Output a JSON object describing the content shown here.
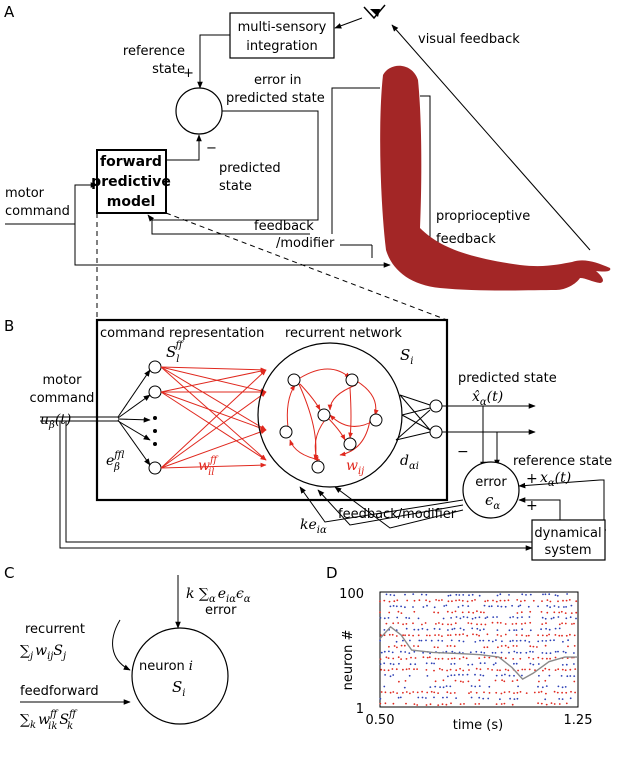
{
  "panels": {
    "a": "A",
    "b": "B",
    "c": "C",
    "d": "D"
  },
  "colors": {
    "arm": "#a32626",
    "red": "#e0281e",
    "blue": "#2b3fb5",
    "black": "#000000"
  },
  "panel_a": {
    "integration": [
      "multi-sensory",
      "integration"
    ],
    "reference": [
      "reference",
      "state"
    ],
    "plus": "+",
    "minus": "−",
    "error": [
      "error in",
      "predicted state"
    ],
    "predicted": [
      "predicted",
      "state"
    ],
    "model": [
      "forward",
      "predictive",
      "model"
    ],
    "motor": [
      "motor",
      "command"
    ],
    "feedback": [
      "feedback",
      "/modifier"
    ],
    "visual": "visual feedback",
    "proprio": [
      "proprioceptive",
      "feedback"
    ],
    "eye_icon": "eye-icon",
    "arm_icon": "arm-illustration"
  },
  "panel_b": {
    "cmd_rep": "command  representation",
    "rec_net": "recurrent  network",
    "s_l": "S",
    "s_l_sub": "l",
    "s_l_sup": "ff",
    "s_i": "S",
    "s_i_sub": "i",
    "motor": [
      "motor",
      "command"
    ],
    "u": "u",
    "u_sub": "β",
    "u_arg": "(t)",
    "e_l": "e",
    "e_l_sup": "ff",
    "e_l_sub": "lβ",
    "w_il": "w",
    "w_il_sup": "ff",
    "w_il_sub": "il",
    "w_ij": "w",
    "w_ij_sub": "ij",
    "d": "d",
    "d_sub": "αi",
    "pred_state": "predicted state",
    "xhat": "x̂",
    "xhat_sub": "α",
    "xhat_arg": "(t)",
    "minus": "−",
    "ref_state": "reference state",
    "plus": "+",
    "x": "x",
    "x_sub": "α",
    "x_arg": "(t)",
    "error": "error",
    "eps": "ϵ",
    "eps_sub": "α",
    "ke": "ke",
    "ke_sub": "iα",
    "feedback": "feedback/modifier",
    "dyn": [
      "dynamical",
      "system"
    ]
  },
  "panel_c": {
    "top_eq": "k ∑",
    "top_eq_sub": "α",
    "top_eq_rest": "e",
    "top_eq_rest_sub": "iα",
    "top_eq_eps": "ϵ",
    "top_eq_eps_sub": "α",
    "error": "error",
    "recurrent": "recurrent",
    "rec_eq": "∑",
    "rec_eq_sub": "j",
    "rec_eq_w": "w",
    "rec_eq_w_sub": "ij",
    "rec_eq_s": "S",
    "rec_eq_s_sub": "j",
    "feedforward": "feedforward",
    "ff_eq": "∑",
    "ff_eq_sub": "k",
    "ff_eq_w": "w",
    "ff_eq_w_sub": "ik",
    "ff_eq_w_sup": "ff",
    "ff_eq_s": "S",
    "ff_eq_s_sub": "k",
    "ff_eq_s_sup": "ff",
    "neuron": "neuron",
    "neuron_i": "i",
    "s": "S",
    "s_sub": "i"
  },
  "chart_data": {
    "type": "scatter",
    "title": "",
    "xlabel": "time (s)",
    "ylabel": "neuron #",
    "xlim": [
      0.5,
      1.25
    ],
    "ylim": [
      1,
      100
    ],
    "x_ticks": [
      "0.50",
      "1.25"
    ],
    "y_ticks": [
      "1",
      "100"
    ],
    "series": [
      {
        "color": "#e0281e",
        "description": "spike rasters (red neurons)"
      },
      {
        "color": "#2b3fb5",
        "description": "spike rasters (blue neurons)"
      },
      {
        "color": "#8a8a8a",
        "description": "overlaid trajectory"
      }
    ],
    "trajectory": [
      [
        0.5,
        60
      ],
      [
        0.54,
        70
      ],
      [
        0.58,
        63
      ],
      [
        0.62,
        50
      ],
      [
        0.7,
        48
      ],
      [
        0.8,
        47
      ],
      [
        0.88,
        46
      ],
      [
        0.95,
        44
      ],
      [
        1.0,
        35
      ],
      [
        1.04,
        25
      ],
      [
        1.08,
        30
      ],
      [
        1.14,
        40
      ],
      [
        1.2,
        44
      ],
      [
        1.25,
        44
      ]
    ]
  }
}
